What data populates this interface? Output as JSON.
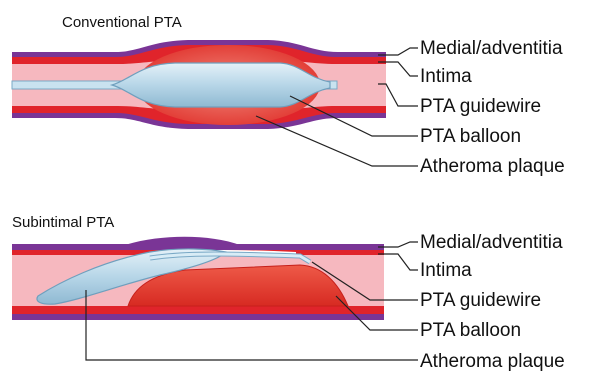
{
  "panels": [
    {
      "title": "Conventional PTA",
      "labels": [
        "Medial/adventitia",
        "Intima",
        "PTA guidewire",
        "PTA balloon",
        "Atheroma plaque"
      ]
    },
    {
      "title": "Subintimal PTA",
      "labels": [
        "Medial/adventitia",
        "Intima",
        "PTA guidewire",
        "PTA balloon",
        "Atheroma plaque"
      ]
    }
  ],
  "colors": {
    "media": "#7a3596",
    "intima_band": "#e0242b",
    "lumen": "#f6b8bf",
    "plaque": "#e53b2d",
    "balloon": "#b8d8ea",
    "balloon_edge": "#7aa9c6",
    "leader": "#222222"
  }
}
